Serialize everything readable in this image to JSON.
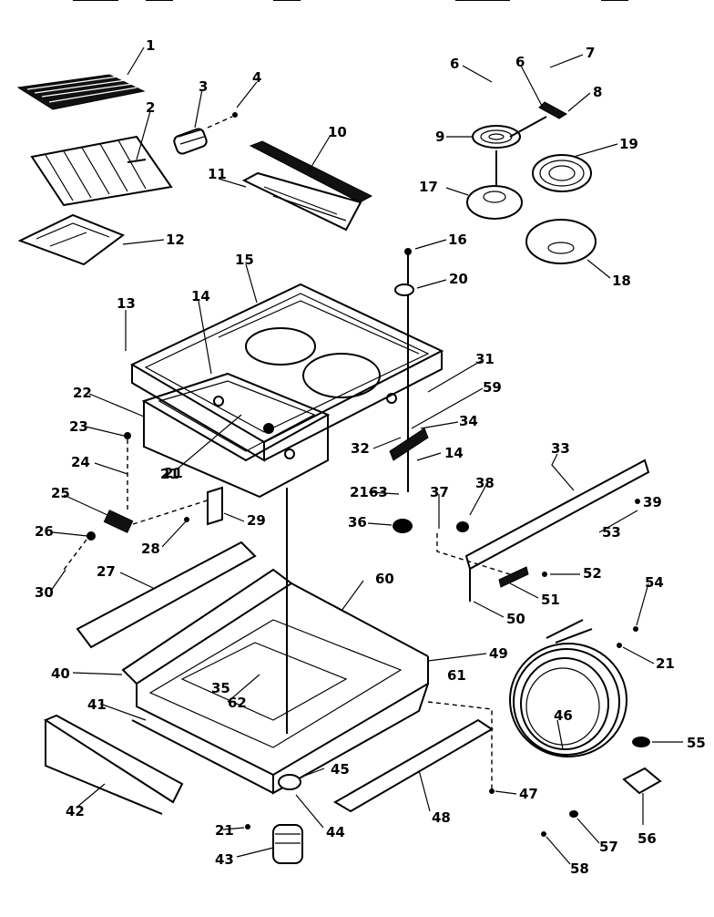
{
  "callouts": [
    {
      "id": "c1",
      "text": "1"
    },
    {
      "id": "c2",
      "text": "2"
    },
    {
      "id": "c3",
      "text": "3"
    },
    {
      "id": "c4",
      "text": "4"
    },
    {
      "id": "c5",
      "text": "6"
    },
    {
      "id": "c6",
      "text": "6"
    },
    {
      "id": "c7",
      "text": "7"
    },
    {
      "id": "c8",
      "text": "8"
    },
    {
      "id": "c9",
      "text": "9"
    },
    {
      "id": "c10",
      "text": "10"
    },
    {
      "id": "c11",
      "text": "11"
    },
    {
      "id": "c12",
      "text": "12"
    },
    {
      "id": "c13",
      "text": "13"
    },
    {
      "id": "c14",
      "text": "14"
    },
    {
      "id": "c15",
      "text": "15"
    },
    {
      "id": "c16",
      "text": "16"
    },
    {
      "id": "c17",
      "text": "17"
    },
    {
      "id": "c18",
      "text": "18"
    },
    {
      "id": "c19",
      "text": "19"
    },
    {
      "id": "c20",
      "text": "20"
    },
    {
      "id": "c21",
      "text": "21"
    },
    {
      "id": "c22",
      "text": "22"
    },
    {
      "id": "c23",
      "text": "23"
    },
    {
      "id": "c24",
      "text": "24"
    },
    {
      "id": "c25",
      "text": "25"
    },
    {
      "id": "c26",
      "text": "26"
    },
    {
      "id": "c27",
      "text": "27"
    },
    {
      "id": "c28",
      "text": "28"
    },
    {
      "id": "c29",
      "text": "29"
    },
    {
      "id": "c30",
      "text": "30"
    },
    {
      "id": "c31",
      "text": "31"
    },
    {
      "id": "c32",
      "text": "32"
    },
    {
      "id": "c33",
      "text": "33"
    },
    {
      "id": "c34",
      "text": "34"
    },
    {
      "id": "c35",
      "text": "35"
    },
    {
      "id": "c36",
      "text": "36"
    },
    {
      "id": "c37",
      "text": "37"
    },
    {
      "id": "c38",
      "text": "38"
    },
    {
      "id": "c39",
      "text": "39"
    },
    {
      "id": "c40",
      "text": "40"
    },
    {
      "id": "c41",
      "text": "41"
    },
    {
      "id": "c42",
      "text": "42"
    },
    {
      "id": "c43",
      "text": "43"
    },
    {
      "id": "c44",
      "text": "44"
    },
    {
      "id": "c45",
      "text": "45"
    },
    {
      "id": "c46",
      "text": "46"
    },
    {
      "id": "c47",
      "text": "47"
    },
    {
      "id": "c48",
      "text": "48"
    },
    {
      "id": "c49",
      "text": "49"
    },
    {
      "id": "c50",
      "text": "50"
    },
    {
      "id": "c51",
      "text": "51"
    },
    {
      "id": "c52",
      "text": "52"
    },
    {
      "id": "c53",
      "text": "53"
    },
    {
      "id": "c54",
      "text": "54"
    },
    {
      "id": "c55",
      "text": "55"
    },
    {
      "id": "c56",
      "text": "56"
    },
    {
      "id": "c57",
      "text": "57"
    },
    {
      "id": "c58",
      "text": "58"
    },
    {
      "id": "c59",
      "text": "59"
    },
    {
      "id": "c60",
      "text": "60"
    },
    {
      "id": "c61",
      "text": "61"
    },
    {
      "id": "c62",
      "text": "62"
    },
    {
      "id": "c63",
      "text": "63"
    },
    {
      "id": "c64",
      "text": "21"
    },
    {
      "id": "c65",
      "text": "21"
    },
    {
      "id": "c66",
      "text": "14"
    },
    {
      "id": "c67",
      "text": "21"
    },
    {
      "id": "c68",
      "text": "21"
    }
  ]
}
